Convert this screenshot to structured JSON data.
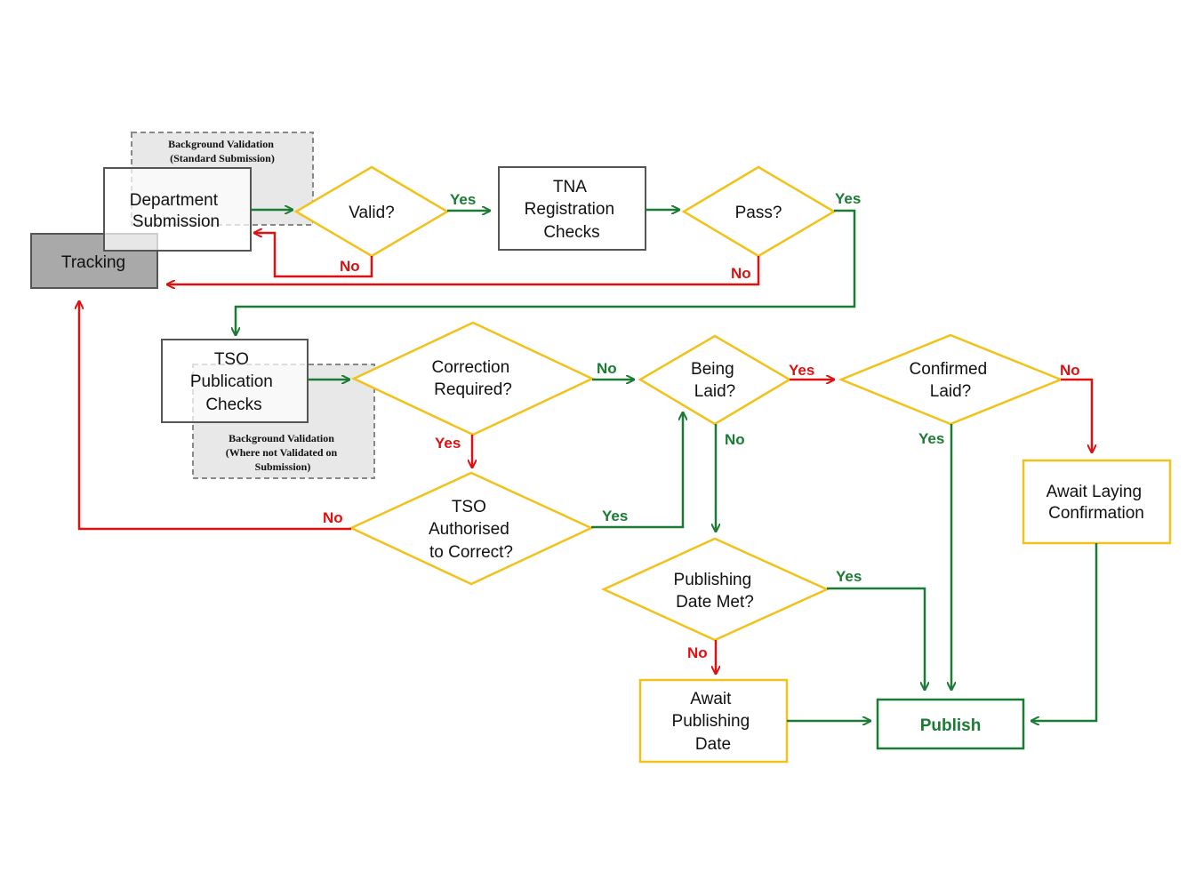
{
  "nodes": {
    "bg_validation_standard": [
      "Background Validation",
      "(Standard Submission)"
    ],
    "bg_validation_not_validated": [
      "Background Validation",
      "(Where not Validated on",
      "Submission)"
    ],
    "department_submission": [
      "Department",
      "Submission"
    ],
    "tracking": [
      "Tracking"
    ],
    "valid": [
      "Valid?"
    ],
    "tna_registration_checks": [
      "TNA",
      "Registration",
      "Checks"
    ],
    "pass": [
      "Pass?"
    ],
    "tso_publication_checks": [
      "TSO",
      "Publication",
      "Checks"
    ],
    "correction_required": [
      "Correction",
      "Required?"
    ],
    "being_laid": [
      "Being",
      "Laid?"
    ],
    "confirmed_laid": [
      "Confirmed",
      "Laid?"
    ],
    "tso_authorised": [
      "TSO",
      "Authorised",
      "to Correct?"
    ],
    "await_laying_confirmation": [
      "Await Laying",
      "Confirmation"
    ],
    "publishing_date_met": [
      "Publishing",
      "Date Met?"
    ],
    "await_publishing_date": [
      "Await",
      "Publishing",
      "Date"
    ],
    "publish": [
      "Publish"
    ]
  },
  "edge_labels": {
    "valid_yes": "Yes",
    "valid_no": "No",
    "pass_yes": "Yes",
    "pass_no": "No",
    "correction_no": "No",
    "correction_yes": "Yes",
    "being_laid_yes": "Yes",
    "being_laid_no": "No",
    "confirmed_no": "No",
    "confirmed_yes": "Yes",
    "authorised_no": "No",
    "authorised_yes": "Yes",
    "date_met_yes": "Yes",
    "date_met_no": "No"
  },
  "colors": {
    "yes_arrow": "#1b7a33",
    "no_arrow": "#dd1111",
    "decision_border": "#f2c21b",
    "process_border": "#555555",
    "tracking_fill": "#a9a9a9",
    "background_box_fill": "#e8e8e8"
  }
}
